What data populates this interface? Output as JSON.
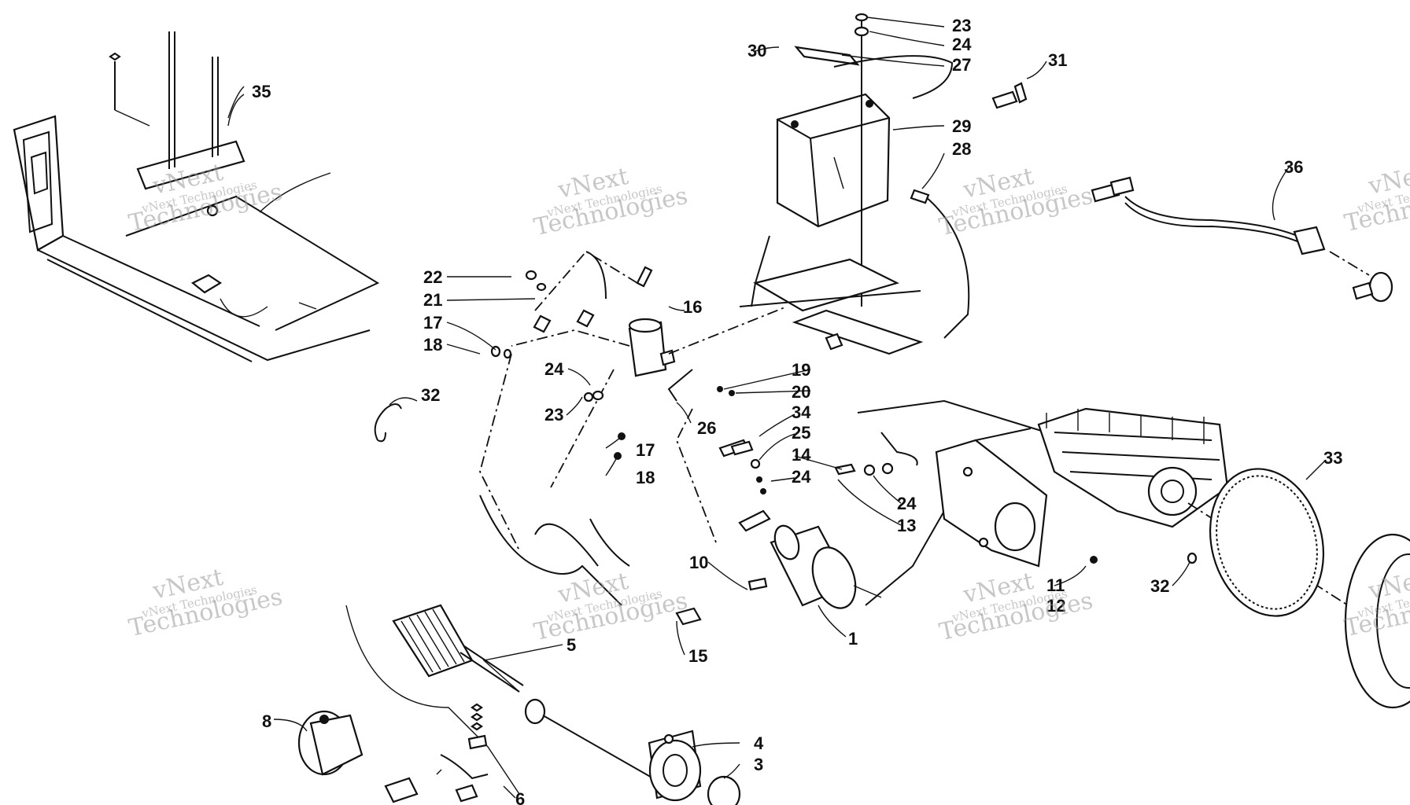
{
  "diagram": {
    "callouts": [
      "1",
      "3",
      "4",
      "5",
      "6",
      "8",
      "10",
      "11",
      "12",
      "13",
      "14",
      "15",
      "16",
      "17",
      "18",
      "19",
      "20",
      "21",
      "22",
      "23",
      "24",
      "25",
      "26",
      "27",
      "28",
      "29",
      "30",
      "31",
      "32",
      "33",
      "34",
      "35",
      "36"
    ],
    "watermark": {
      "line1": "vNext",
      "line2": "Technologies",
      "small": "vNext Technologies"
    }
  }
}
